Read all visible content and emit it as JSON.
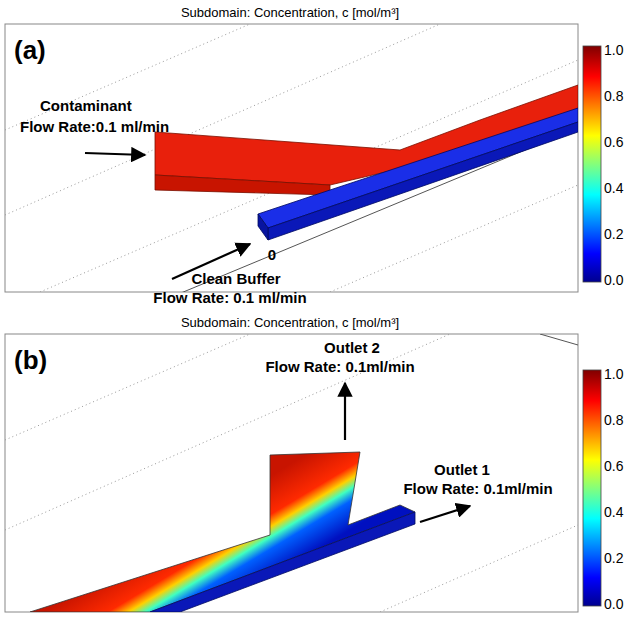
{
  "diagram": {
    "labels": [
      "Subdomain: Concentration, c [mol/m³]",
      "(a)",
      "Contaminant",
      "Flow Rate:0.1 ml/min",
      "0",
      "Clean Buffer",
      "Flow Rate: 0.1 ml/min",
      "1.0",
      "0.8",
      "0.6",
      "0.4",
      "0.2",
      "0.0",
      "Subdomain: Concentration, c [mol/m³]",
      "(b)",
      "Outlet 2",
      "Flow Rate: 0.1ml/min",
      "Outlet 1",
      "Flow Rate: 0.1ml/min",
      "1.0",
      "0.8",
      "0.6",
      "0.4",
      "0.2",
      "0.0"
    ]
  }
}
